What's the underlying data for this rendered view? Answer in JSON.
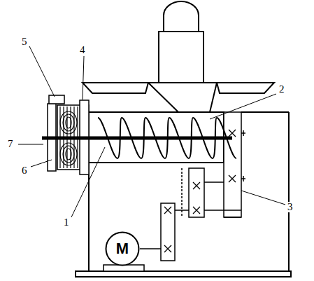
{
  "diagram": {
    "nodes": [
      {
        "text": [
          "M"
        ]
      }
    ],
    "labels": [
      "5",
      "4",
      "2",
      "7",
      "6",
      "1",
      "3"
    ]
  }
}
